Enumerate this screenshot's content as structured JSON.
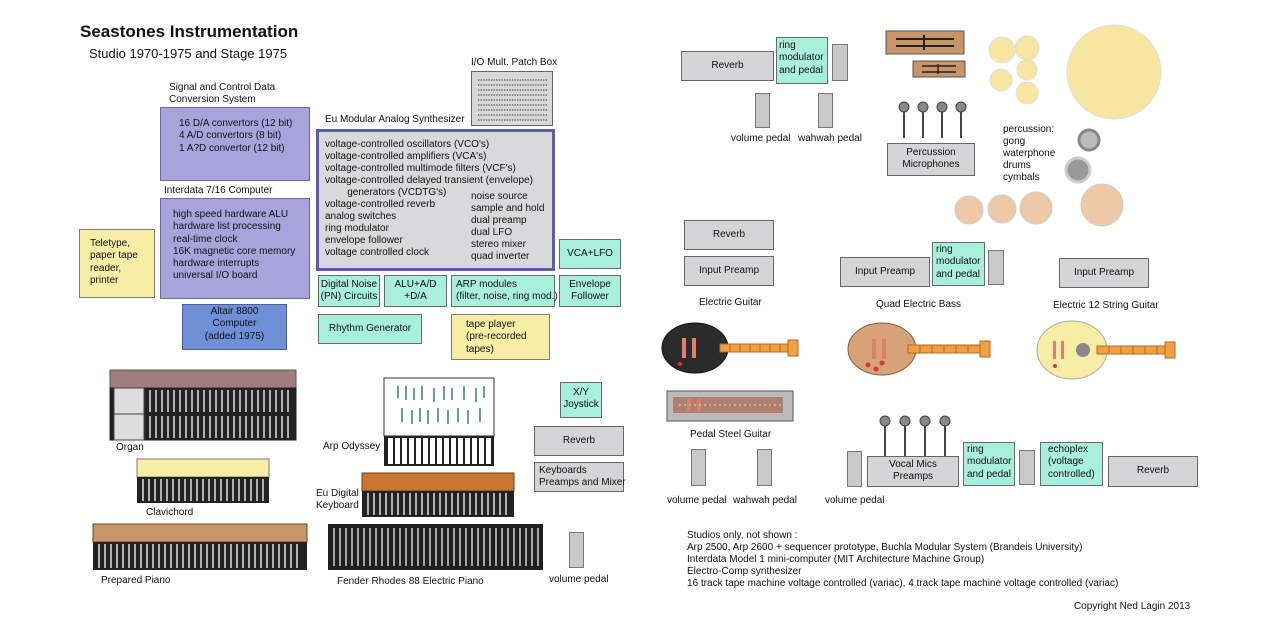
{
  "title": "Seastones Instrumentation",
  "subtitle": "Studio 1970-1975 and Stage 1975",
  "signal_label": "Signal and Control Data\nConversion System",
  "dac_box": "16 D/A convertors (12 bit)\n4 A/D convertors (8 bit)\n1 A?D convertor (12 bit)",
  "interdata_label": "Interdata 7/16 Computer",
  "interdata_box": "high speed hardware ALU\nhardware list processing\nreal-time clock\n16K magnetic core memory\nhardware interrupts\nuniversal I/O board",
  "teletype": "Teletype,\npaper tape\nreader,\nprinter",
  "altair": "Altair 8800\nComputer\n(added 1975)",
  "patchbox_label": "I/O Mult. Patch Box",
  "eu_label": "Eu Modular Analog Synthesizer",
  "eu_left": "voltage-controlled oscillators (VCO's)\nvoltage-controlled amplifiers (VCA's)\nvoltage-controlled multimode filters (VCF's)\nvoltage-controlled delayed transient (envelope)\n        generators (VCDTG's)\nvoltage-controlled reverb\nanalog switches\nring modulator\nenvelope follower\nvoltage controlled clock",
  "eu_right": "noise source\nsample and hold\ndual preamp\ndual LFO\nstereo mixer\nquad inverter",
  "vca_lfo": "VCA+LFO",
  "digital_noise": "Digital Noise\n(PN) Circuits",
  "alu_ad": "ALU+A/D\n+D/A",
  "arp_modules": "ARP modules\n(filter, noise, ring mod.)",
  "envelope_follower": "Envelope\nFollower",
  "rhythm_generator": "Rhythm Generator",
  "tape_player": "tape player\n(pre-recorded\ntapes)",
  "organ": "Organ",
  "arp_odyssey": "Arp Odyssey",
  "xy_joystick": "X/Y\nJoystick",
  "reverb": "Reverb",
  "keyboards_mixer": "Keyboards\nPreamps and Mixer",
  "clavichord": "Clavichord",
  "eu_digital_keyboard": "Eu Digital\nKeyboard",
  "prepared_piano": "Prepared Piano",
  "fender_rhodes": "Fender Rhodes 88 Electric Piano",
  "volume_pedal": "volume pedal",
  "wahwah_pedal": "wahwah pedal",
  "ring_mod": "ring\nmodulator\nand pedal",
  "percussion_mics": "Percussion\nMicrophones",
  "percussion_list": "percussion:\ngong\nwaterphone\ndrums\ncymbals",
  "input_preamp": "Input Preamp",
  "electric_guitar": "Electric Guitar",
  "quad_bass": "Quad Electric Bass",
  "twelve_string": "Electric 12 String Guitar",
  "pedal_steel": "Pedal Steel Guitar",
  "vocal_mics": "Vocal Mics\nPreamps",
  "echoplex": "echoplex\n(voltage\ncontrolled)",
  "studios_note": "Studios only, not shown :\nArp 2500, Arp 2600 + sequencer prototype, Buchla Modular System (Brandeis University)\nInterdata Model 1 mini-computer (MIT Architecture Machine Group)\nElectro-Comp synthesizer\n16 track tape machine voltage controlled (variac), 4 track tape machine voltage controlled (variac)",
  "copyright": "Copyright Ned Lagin 2013",
  "colors": {
    "purple": "#a9a3dc",
    "teal": "#a8efdc",
    "yellow": "#f7eda5",
    "grey": "#d5d5d8",
    "cymbal": "#f6e6a1",
    "drum": "#edc9a8",
    "wood": "#c8956a"
  }
}
